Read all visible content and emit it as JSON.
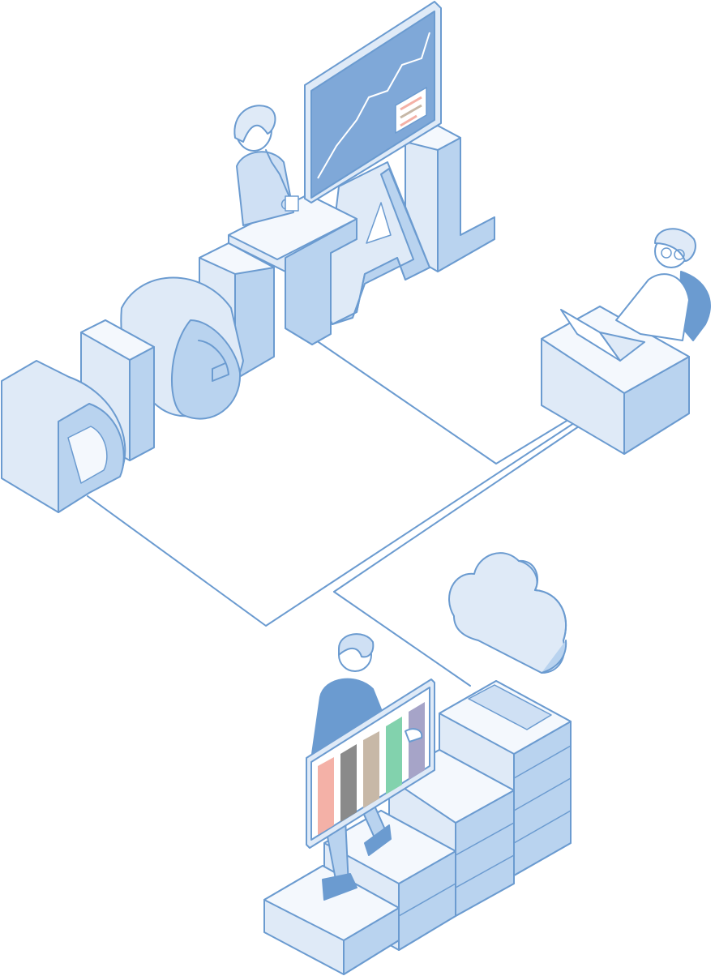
{
  "scene": {
    "word": [
      "D",
      "I",
      "G",
      "I",
      "T",
      "A",
      "L"
    ],
    "colors": {
      "outline": "#6b9bd0",
      "top_face": "#f4f8fd",
      "left_face": "#dfeaf7",
      "right_face": "#b9d3ef",
      "screen": "#7fa8d8",
      "person_dark": "#6b9bd0",
      "person_light": "#cfe0f4",
      "bar_colors": [
        "#f4b1a7",
        "#8a8a8a",
        "#c7b8a7",
        "#82d2ad",
        "#a6a4c8"
      ]
    },
    "icons": [
      "cloud-icon",
      "laptop-icon",
      "monitor-icon",
      "mug-icon",
      "bar-chart-board-icon"
    ]
  }
}
